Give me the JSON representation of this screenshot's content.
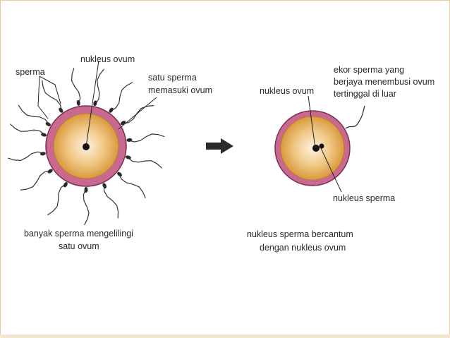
{
  "left_panel": {
    "label_nucleus": "nukleus ovum",
    "label_sperma": "sperma",
    "label_one_sperm_line1": "satu sperma",
    "label_one_sperm_line2": "memasuki ovum",
    "caption_line1": "banyak sperma mengelilingi",
    "caption_line2": "satu ovum"
  },
  "right_panel": {
    "label_nucleus": "nukleus ovum",
    "label_tail_line1": "ekor sperma yang",
    "label_tail_line2": "berjaya menembusi ovum",
    "label_tail_line3": "tertinggal di luar",
    "label_sperm_nucleus": "nukleus sperma",
    "caption_line1": "nukleus sperma bercantum",
    "caption_line2": "dengan nukleus ovum"
  },
  "colors": {
    "membrane": "#c9698f",
    "membrane_edge": "#7a2f52",
    "ovum_inner": "#fdf2df",
    "ovum_outer": "#d99a3c",
    "nucleus": "#111111",
    "arrow": "#2b2b2b",
    "leader_line": "#222222"
  },
  "icons": {
    "arrow": "right-arrow-icon"
  }
}
